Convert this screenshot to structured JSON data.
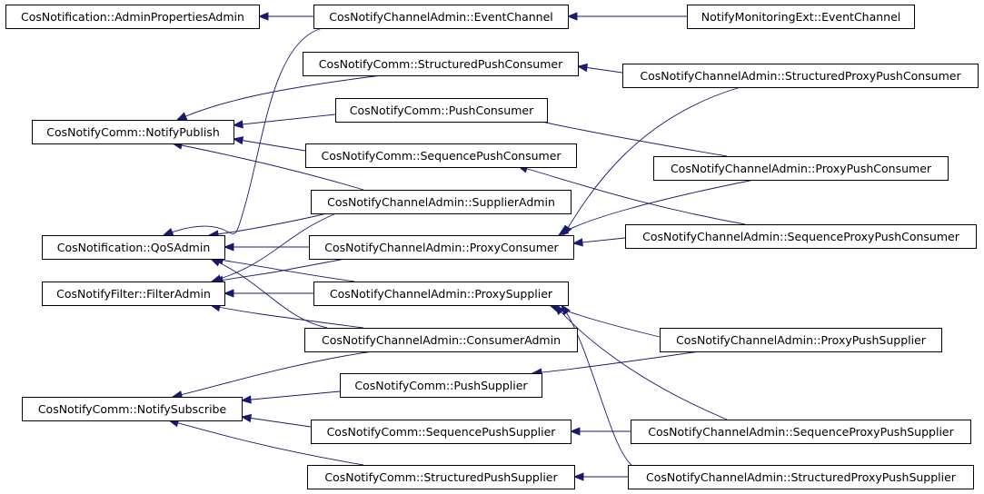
{
  "diagram": {
    "type": "inheritance-graph",
    "edge_color": "#191970",
    "nodes": [
      {
        "id": "n0",
        "label": "CosNotification::AdminPropertiesAdmin"
      },
      {
        "id": "n1",
        "label": "CosNotifyChannelAdmin::EventChannel"
      },
      {
        "id": "n2",
        "label": "NotifyMonitoringExt::EventChannel"
      },
      {
        "id": "n3",
        "label": "CosNotifyComm::StructuredPushConsumer"
      },
      {
        "id": "n4",
        "label": "CosNotifyChannelAdmin::StructuredProxyPushConsumer"
      },
      {
        "id": "n5",
        "label": "CosNotifyComm::PushConsumer"
      },
      {
        "id": "n6",
        "label": "CosNotifyComm::NotifyPublish"
      },
      {
        "id": "n7",
        "label": "CosNotifyComm::SequencePushConsumer"
      },
      {
        "id": "n8",
        "label": "CosNotifyChannelAdmin::ProxyPushConsumer"
      },
      {
        "id": "n9",
        "label": "CosNotifyChannelAdmin::SupplierAdmin"
      },
      {
        "id": "n10",
        "label": "CosNotification::QoSAdmin"
      },
      {
        "id": "n11",
        "label": "CosNotifyChannelAdmin::ProxyConsumer"
      },
      {
        "id": "n12",
        "label": "CosNotifyChannelAdmin::SequenceProxyPushConsumer"
      },
      {
        "id": "n13",
        "label": "CosNotifyFilter::FilterAdmin"
      },
      {
        "id": "n14",
        "label": "CosNotifyChannelAdmin::ProxySupplier"
      },
      {
        "id": "n15",
        "label": "CosNotifyChannelAdmin::ConsumerAdmin"
      },
      {
        "id": "n16",
        "label": "CosNotifyChannelAdmin::ProxyPushSupplier"
      },
      {
        "id": "n17",
        "label": "CosNotifyComm::PushSupplier"
      },
      {
        "id": "n18",
        "label": "CosNotifyComm::NotifySubscribe"
      },
      {
        "id": "n19",
        "label": "CosNotifyComm::SequencePushSupplier"
      },
      {
        "id": "n20",
        "label": "CosNotifyChannelAdmin::SequenceProxyPushSupplier"
      },
      {
        "id": "n21",
        "label": "CosNotifyComm::StructuredPushSupplier"
      },
      {
        "id": "n22",
        "label": "CosNotifyChannelAdmin::StructuredProxyPushSupplier"
      }
    ],
    "edges": [
      {
        "from": "n1",
        "to": "n0"
      },
      {
        "from": "n2",
        "to": "n1"
      },
      {
        "from": "n1",
        "to": "n10"
      },
      {
        "from": "n3",
        "to": "n6"
      },
      {
        "from": "n5",
        "to": "n6"
      },
      {
        "from": "n7",
        "to": "n6"
      },
      {
        "from": "n9",
        "to": "n6"
      },
      {
        "from": "n4",
        "to": "n3"
      },
      {
        "from": "n4",
        "to": "n11"
      },
      {
        "from": "n8",
        "to": "n5"
      },
      {
        "from": "n8",
        "to": "n11"
      },
      {
        "from": "n12",
        "to": "n7"
      },
      {
        "from": "n12",
        "to": "n11"
      },
      {
        "from": "n9",
        "to": "n10"
      },
      {
        "from": "n9",
        "to": "n13"
      },
      {
        "from": "n11",
        "to": "n10"
      },
      {
        "from": "n11",
        "to": "n13"
      },
      {
        "from": "n14",
        "to": "n10"
      },
      {
        "from": "n14",
        "to": "n13"
      },
      {
        "from": "n15",
        "to": "n10"
      },
      {
        "from": "n15",
        "to": "n13"
      },
      {
        "from": "n15",
        "to": "n18"
      },
      {
        "from": "n16",
        "to": "n14"
      },
      {
        "from": "n16",
        "to": "n17"
      },
      {
        "from": "n17",
        "to": "n18"
      },
      {
        "from": "n19",
        "to": "n18"
      },
      {
        "from": "n21",
        "to": "n18"
      },
      {
        "from": "n20",
        "to": "n14"
      },
      {
        "from": "n20",
        "to": "n19"
      },
      {
        "from": "n22",
        "to": "n14"
      },
      {
        "from": "n22",
        "to": "n21"
      }
    ]
  }
}
